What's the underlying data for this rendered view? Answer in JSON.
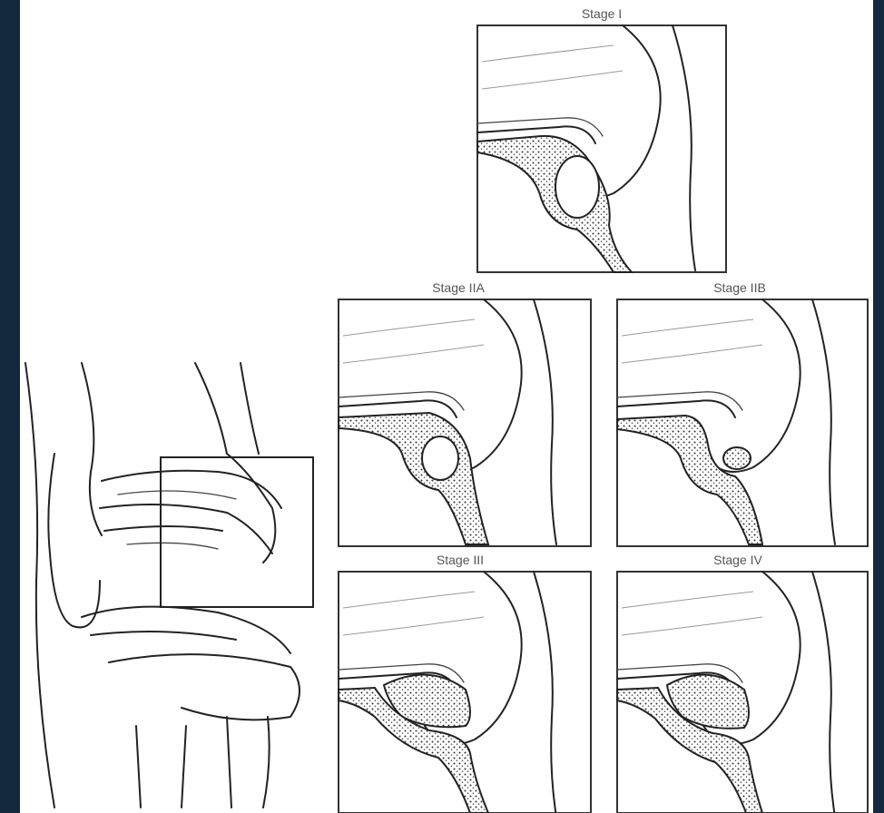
{
  "stages": [
    {
      "id": "stage-1",
      "label": "Stage I"
    },
    {
      "id": "stage-2a",
      "label": "Stage IIA"
    },
    {
      "id": "stage-2b",
      "label": "Stage IIB"
    },
    {
      "id": "stage-3",
      "label": "Stage III"
    },
    {
      "id": "stage-4",
      "label": "Stage IV"
    }
  ],
  "colors": {
    "background": "#14293d",
    "paper": "#ffffff",
    "ink": "#222222"
  }
}
